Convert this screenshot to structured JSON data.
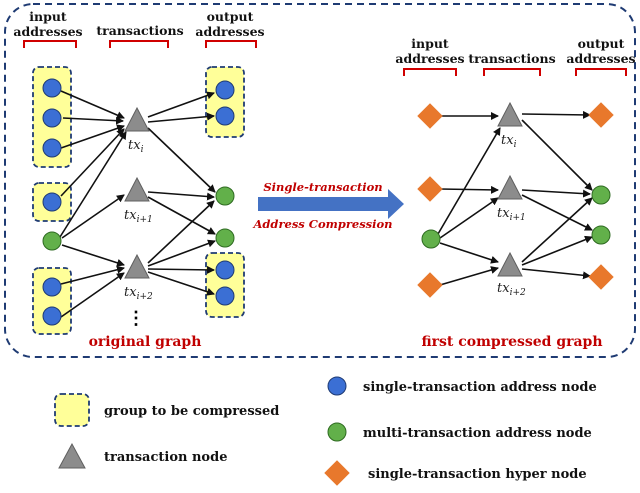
{
  "left_panel": {
    "headers": {
      "input": [
        "input",
        "addresses"
      ],
      "transactions": "transactions",
      "output": [
        "output",
        "addresses"
      ]
    },
    "caption": "original graph",
    "ellipsis": "⋮"
  },
  "right_panel": {
    "headers": {
      "input": [
        "input",
        "addresses"
      ],
      "transactions": "transactions",
      "output": [
        "output",
        "addresses"
      ]
    },
    "caption": "first compressed graph"
  },
  "transaction_labels": [
    {
      "base": "tx",
      "sub": "i"
    },
    {
      "base": "tx",
      "sub": "i+1"
    },
    {
      "base": "tx",
      "sub": "i+2"
    }
  ],
  "center_arrow": {
    "line1": "Single-transaction",
    "line2": "Address Compression"
  },
  "legend": {
    "group": "group to be compressed",
    "transaction": "transaction node",
    "single_address": "single-transaction address node",
    "multi_address": "multi-transaction address node",
    "hyper": "single-transaction hyper node"
  },
  "colors": {
    "single_address": "#3b6fd4",
    "multi_address": "#62b04a",
    "hyper_node": "#e8782c",
    "transaction_node": "#8c8c8c",
    "group_fill": "#ffff99",
    "group_border": "#1f3b73",
    "caption": "#c00000",
    "bracket": "#d00000",
    "frame": "#1f3b73",
    "arrow": "#4472c4"
  }
}
